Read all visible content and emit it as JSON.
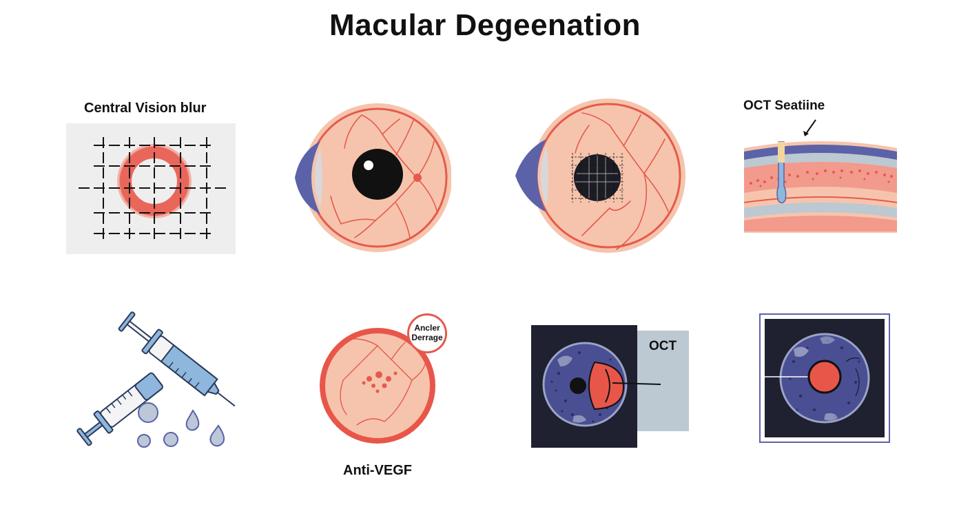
{
  "title": "Macular Degeenation",
  "labels": {
    "central_vision": "Central Vision blur",
    "oct_seatiine": "OCT Seatiine",
    "anti_vegf": "Anti-VEGF",
    "oct": "OCT",
    "badge_line1": "Ancler",
    "badge_line2": "Derrage"
  },
  "colors": {
    "skin": "#f6c4ac",
    "vessel": "#e55a4d",
    "ring": "#e8564a",
    "pupil": "#111111",
    "iris_blue": "#5b62a8",
    "navy": "#1f2030",
    "oct_grey": "#bcc8d2",
    "syringe_blue": "#8fb6dc"
  }
}
